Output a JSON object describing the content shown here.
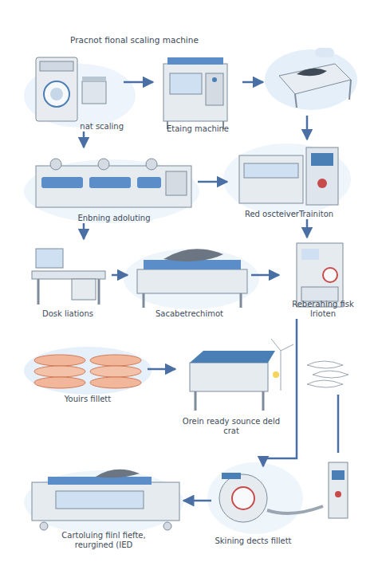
{
  "diagram": {
    "title": "Pracnot fional scaling machine",
    "nodes": [
      {
        "text": [
          "nat scaling"
        ]
      },
      {
        "text": [
          "Etaing machine"
        ]
      },
      {
        "text": []
      },
      {
        "text": [
          "Enbning adoluting"
        ]
      },
      {
        "text": [
          "Red oscteiverTrainiton"
        ]
      },
      {
        "text": [
          "Dosk liations"
        ]
      },
      {
        "text": [
          "Sacabetrechimot"
        ]
      },
      {
        "text": [
          "Reberahing fisk lrioten"
        ]
      },
      {
        "text": [
          "Youirs fillett"
        ]
      },
      {
        "text": [
          "Orein ready sounce deld crat"
        ]
      },
      {
        "text": []
      },
      {
        "text": [
          "Cartoluing fiinl fiefte, reurgined (IED"
        ]
      },
      {
        "text": [
          "Skining dects fillett"
        ]
      },
      {
        "text": []
      }
    ],
    "edges": [
      {
        "from": 0,
        "to": 1,
        "arrow": "to"
      },
      {
        "from": 1,
        "to": 2,
        "arrow": "to"
      },
      {
        "from": 0,
        "to": 3,
        "arrow": "to"
      },
      {
        "from": 2,
        "to": 4,
        "arrow": "to"
      },
      {
        "from": 3,
        "to": 4,
        "arrow": "to"
      },
      {
        "from": 3,
        "to": 5,
        "arrow": "to"
      },
      {
        "from": 4,
        "to": 7,
        "arrow": "to"
      },
      {
        "from": 5,
        "to": 6,
        "arrow": "to"
      },
      {
        "from": 6,
        "to": 7,
        "arrow": "to"
      },
      {
        "from": 8,
        "to": 9,
        "arrow": "to"
      },
      {
        "from": 7,
        "to": 12,
        "arrow": "to"
      },
      {
        "from": 10,
        "to": 13,
        "arrow": "none"
      },
      {
        "from": 12,
        "to": 11,
        "arrow": "to"
      }
    ]
  }
}
